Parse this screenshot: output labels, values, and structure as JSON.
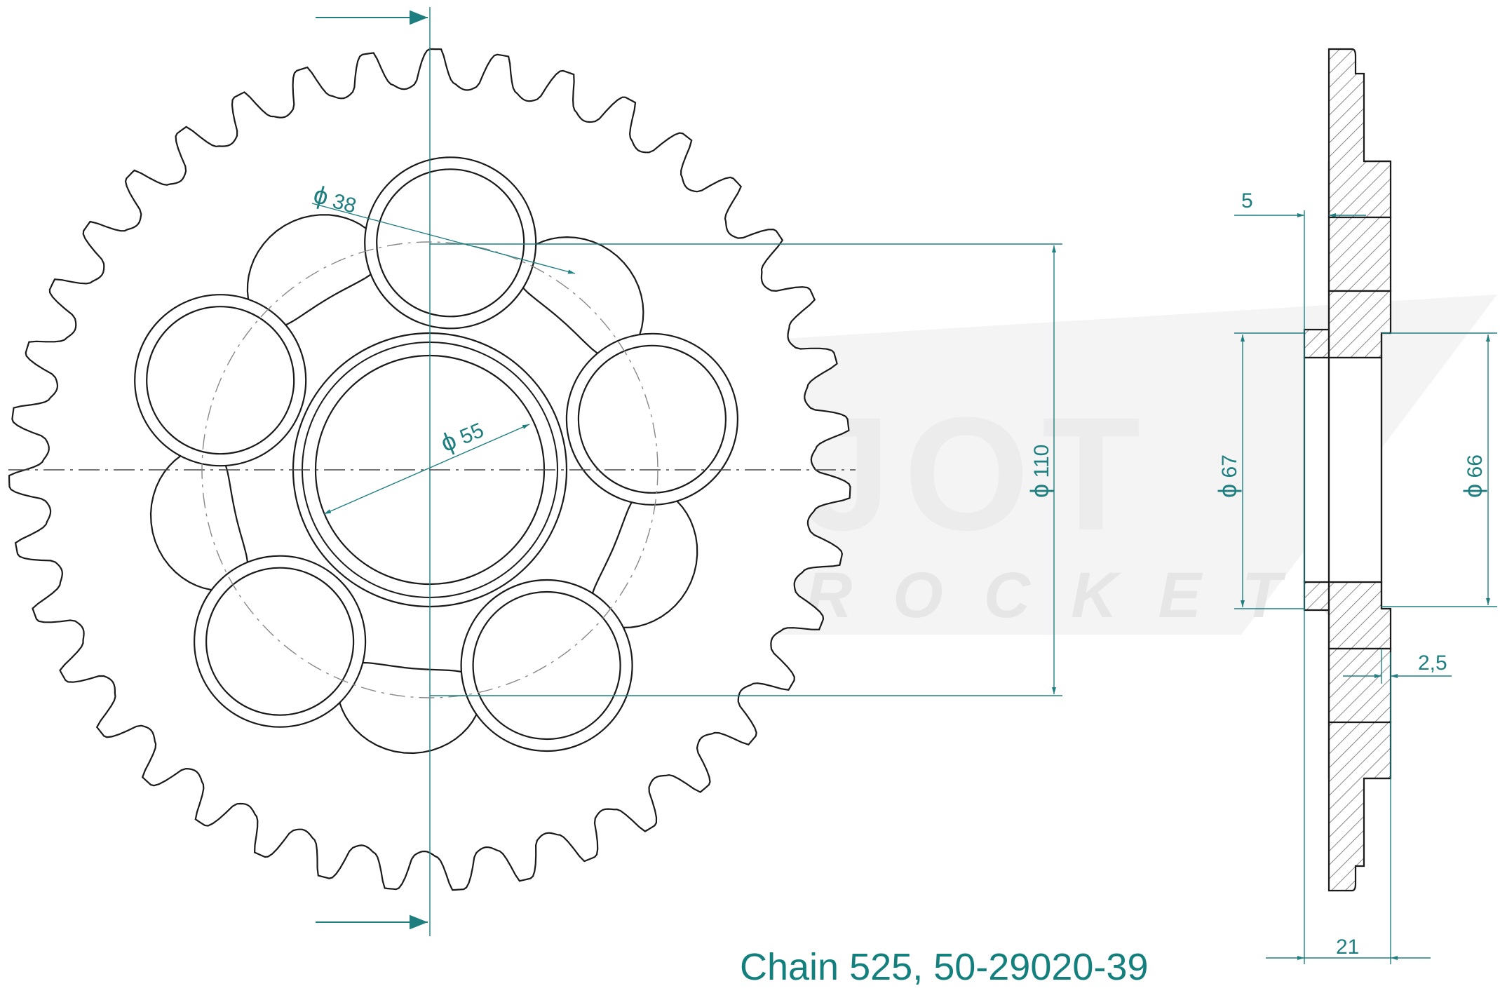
{
  "drawing": {
    "colors": {
      "line": "#1a1a1a",
      "dimension": "#1f7f80",
      "hatch": "#555555",
      "watermark": "#ededed"
    },
    "sprocket": {
      "teeth": 39
    },
    "dimensions": {
      "hole_diameter": "38",
      "center_bore": "55",
      "bolt_circle": "110",
      "hub_outer": "67",
      "hub_inner": "66",
      "offset_top": "5",
      "offset_small": "2,5",
      "total_width": "21"
    },
    "watermark": {
      "brand": "ESJOT",
      "sub": "SPROCKETS"
    }
  },
  "caption": {
    "chain": "Chain 525,",
    "part_number": "50-29020-39"
  }
}
